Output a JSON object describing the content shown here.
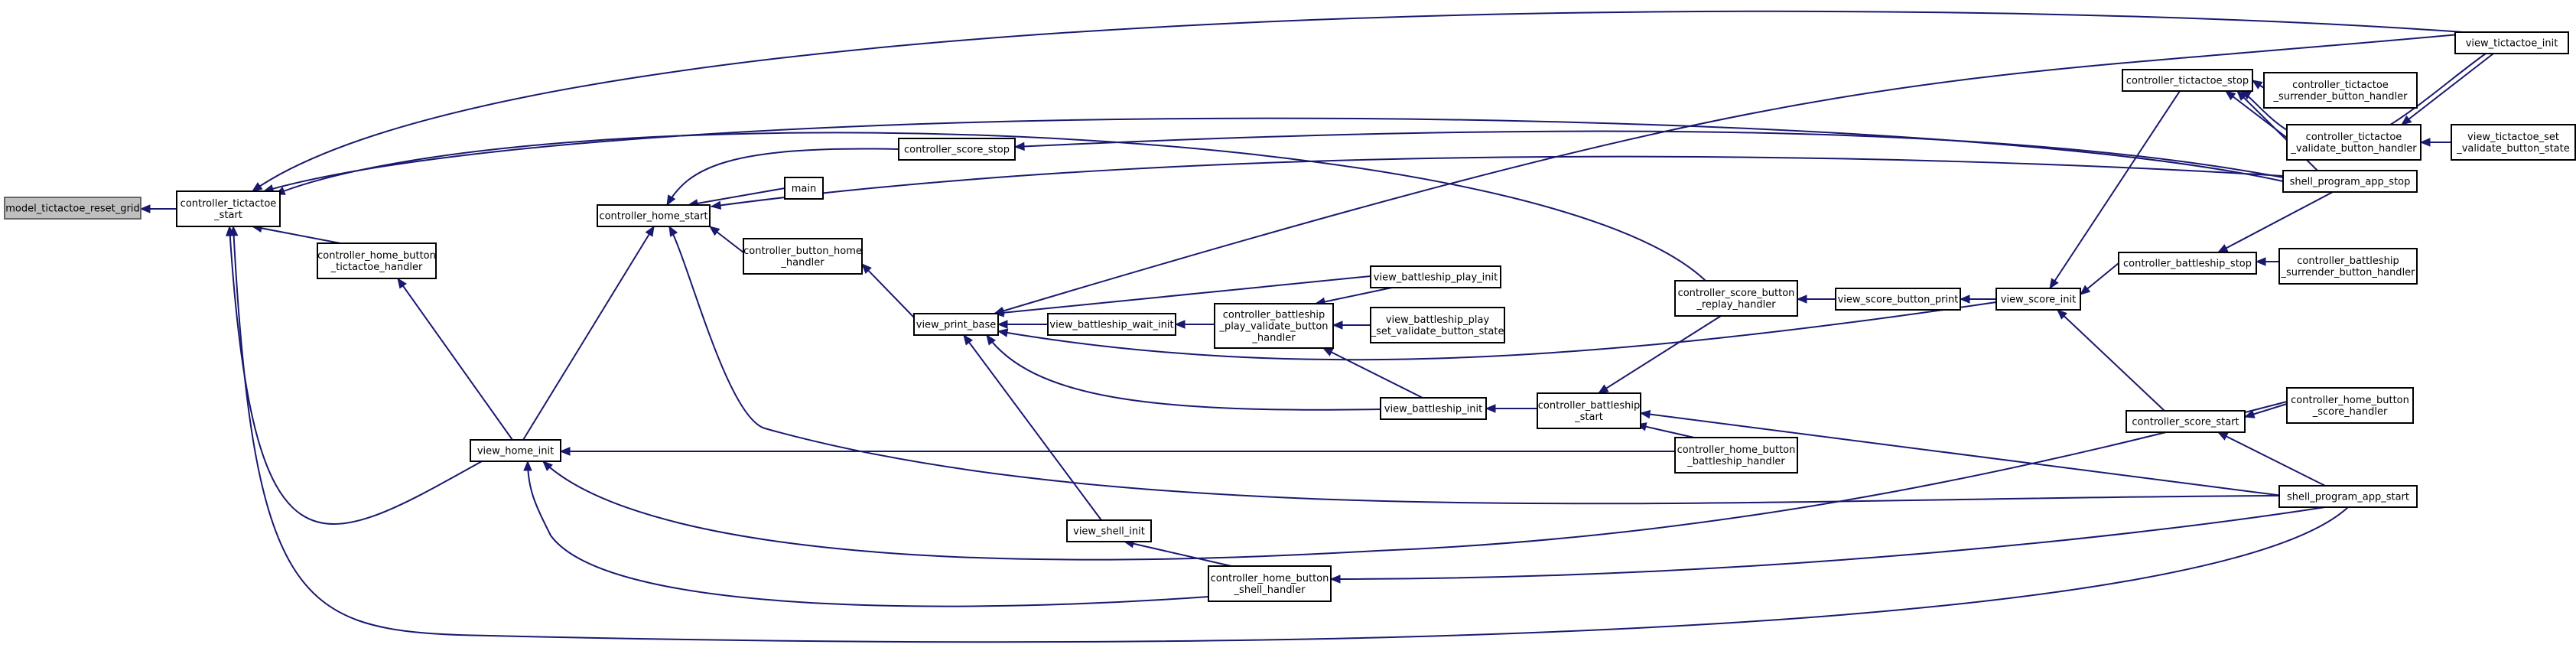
{
  "diagram": {
    "title": "",
    "colors": {
      "edge": "#191970",
      "highlight_fill": "#bfbfbf"
    },
    "nodes": {
      "model_reset_grid": {
        "lines": [
          "model_tictactoe_reset_grid"
        ],
        "highlight": true
      },
      "ctrl_ttt_start": {
        "lines": [
          "controller_tictactoe",
          "_start"
        ]
      },
      "ctrl_home_btn_ttt": {
        "lines": [
          "controller_home_button",
          "_tictactoe_handler"
        ]
      },
      "view_home_init": {
        "lines": [
          "view_home_init"
        ]
      },
      "ctrl_home_start": {
        "lines": [
          "controller_home_start"
        ]
      },
      "main": {
        "lines": [
          "main"
        ]
      },
      "ctrl_score_stop": {
        "lines": [
          "controller_score_stop"
        ]
      },
      "ctrl_btn_home": {
        "lines": [
          "controller_button_home",
          "_handler"
        ]
      },
      "view_print_base": {
        "lines": [
          "view_print_base"
        ]
      },
      "view_bs_wait_init": {
        "lines": [
          "view_battleship_wait_init"
        ]
      },
      "ctrl_bs_play_validate": {
        "lines": [
          "controller_battleship",
          "_play_validate_button",
          "_handler"
        ]
      },
      "view_bs_play_init": {
        "lines": [
          "view_battleship_play_init"
        ]
      },
      "view_bs_play_set": {
        "lines": [
          "view_battleship_play",
          "_set_validate_button_state"
        ]
      },
      "view_bs_init": {
        "lines": [
          "view_battleship_init"
        ]
      },
      "view_shell_init": {
        "lines": [
          "view_shell_init"
        ]
      },
      "ctrl_home_btn_shell": {
        "lines": [
          "controller_home_button",
          "_shell_handler"
        ]
      },
      "ctrl_bs_start": {
        "lines": [
          "controller_battleship",
          "_start"
        ]
      },
      "ctrl_score_replay": {
        "lines": [
          "controller_score_button",
          "_replay_handler"
        ]
      },
      "ctrl_home_btn_bs": {
        "lines": [
          "controller_home_button",
          "_battleship_handler"
        ]
      },
      "view_score_btn_print": {
        "lines": [
          "view_score_button_print"
        ]
      },
      "view_score_init": {
        "lines": [
          "view_score_init"
        ]
      },
      "ctrl_ttt_stop": {
        "lines": [
          "controller_tictactoe_stop"
        ]
      },
      "ctrl_ttt_surrender": {
        "lines": [
          "controller_tictactoe",
          "_surrender_button_handler"
        ]
      },
      "ctrl_ttt_validate": {
        "lines": [
          "controller_tictactoe",
          "_validate_button_handler"
        ]
      },
      "view_ttt_set_validate": {
        "lines": [
          "view_tictactoe_set",
          "_validate_button_state"
        ]
      },
      "view_ttt_init": {
        "lines": [
          "view_tictactoe_init"
        ]
      },
      "shell_app_stop": {
        "lines": [
          "shell_program_app_stop"
        ]
      },
      "ctrl_bs_stop": {
        "lines": [
          "controller_battleship_stop"
        ]
      },
      "ctrl_bs_surrender": {
        "lines": [
          "controller_battleship",
          "_surrender_button_handler"
        ]
      },
      "ctrl_score_start": {
        "lines": [
          "controller_score_start"
        ]
      },
      "ctrl_home_btn_score": {
        "lines": [
          "controller_home_button",
          "_score_handler"
        ]
      },
      "shell_app_start": {
        "lines": [
          "shell_program_app_start"
        ]
      }
    }
  }
}
